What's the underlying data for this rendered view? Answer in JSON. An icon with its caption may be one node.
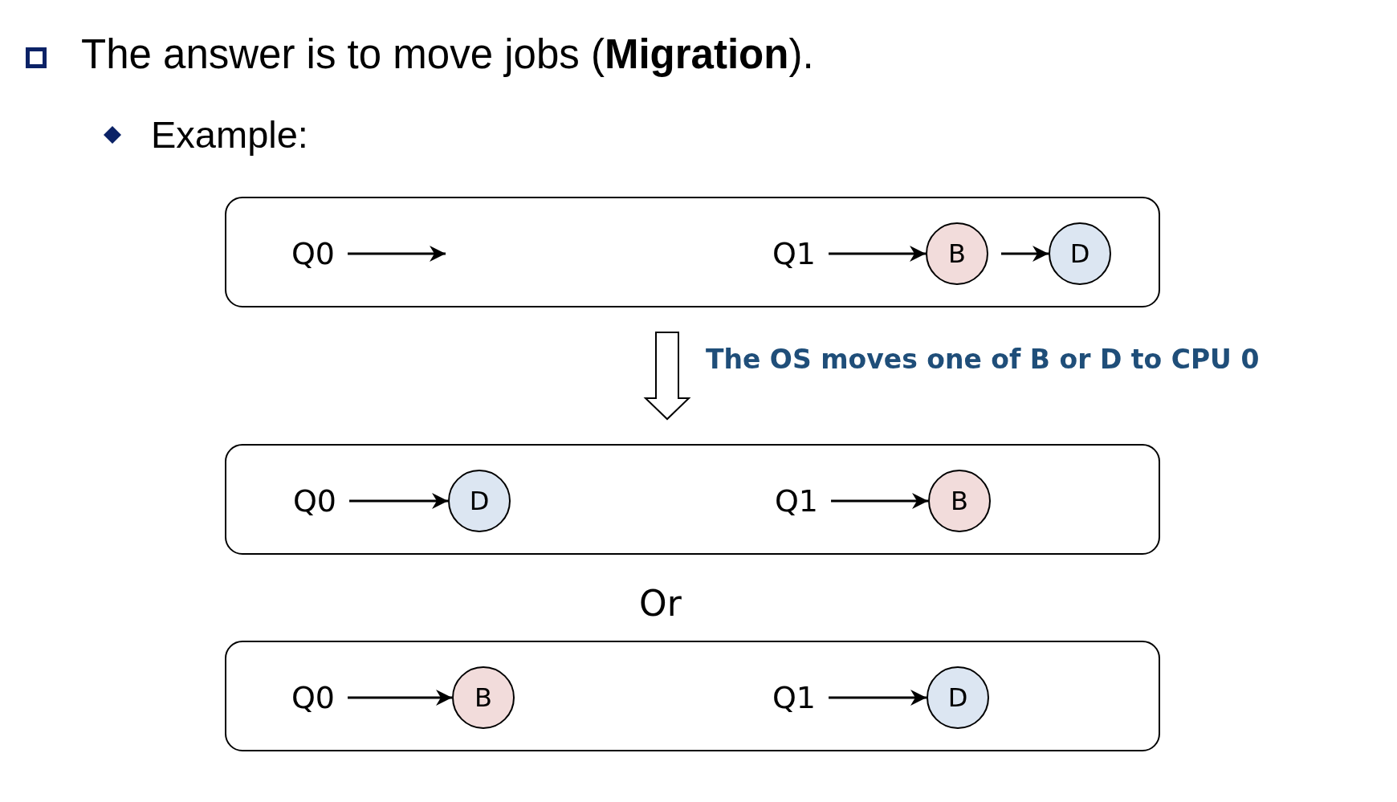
{
  "diagram": {
    "title": "The answer is to move jobs (**Migration**).",
    "nodes": [
      {
        "text": [],
        "shape": "box"
      },
      {
        "text": [
          "Q0"
        ],
        "in": 0
      },
      {
        "text": [
          "Q1"
        ],
        "in": 0
      },
      {
        "text": [
          "B"
        ],
        "in": 0
      },
      {
        "text": [
          "D"
        ],
        "in": 0
      },
      {
        "text": [],
        "shape": "box"
      },
      {
        "text": [
          "Q0"
        ],
        "in": 5
      },
      {
        "text": [
          "D"
        ],
        "in": 5
      },
      {
        "text": [
          "Q1"
        ],
        "in": 5
      },
      {
        "text": [
          "B"
        ],
        "in": 5
      },
      {
        "text": [],
        "shape": "box"
      },
      {
        "text": [
          "Q0"
        ],
        "in": 10
      },
      {
        "text": [
          "B"
        ],
        "in": 10
      },
      {
        "text": [
          "Q1"
        ],
        "in": 10
      },
      {
        "text": [
          "D"
        ],
        "in": 10
      }
    ],
    "edges": [
      {
        "from": 1,
        "to": null,
        "arrow": "to"
      },
      {
        "from": 2,
        "to": 3,
        "arrow": "to"
      },
      {
        "from": 3,
        "to": 4,
        "arrow": "to"
      },
      {
        "from": 0,
        "to": 5,
        "arrow": "to",
        "style": "thick",
        "label": "The OS moves one of B or D to CPU 0"
      },
      {
        "from": 6,
        "to": 7,
        "arrow": "to"
      },
      {
        "from": 8,
        "to": 9,
        "arrow": "to"
      },
      {
        "from": 11,
        "to": 12,
        "arrow": "to"
      },
      {
        "from": 13,
        "to": 14,
        "arrow": "to"
      }
    ],
    "labels": [
      "Example:",
      "Or"
    ]
  }
}
